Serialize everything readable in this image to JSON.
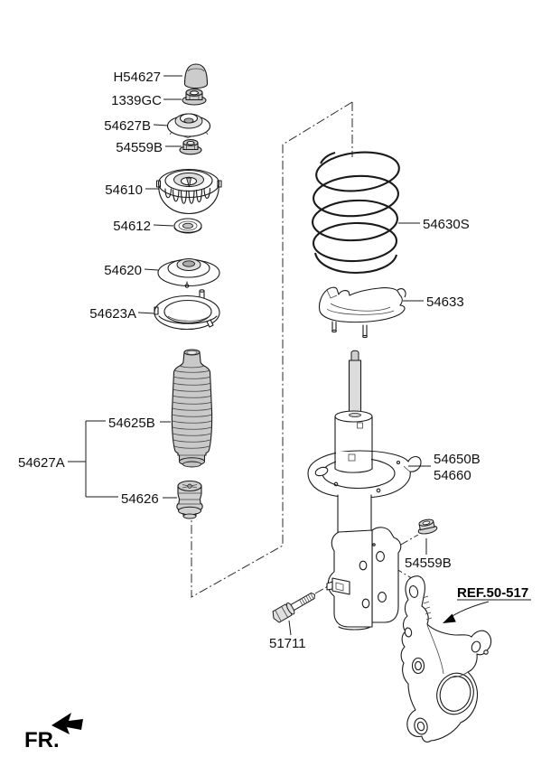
{
  "colors": {
    "ink": "#000000",
    "part_shade": "#cccccc",
    "background": "#ffffff"
  },
  "callouts": {
    "cap_h54627": "H54627",
    "nut_1339gc": "1339GC",
    "insulator_54627b": "54627B",
    "nut_54559b_upper": "54559B",
    "mount_54610": "54610",
    "washer_54612": "54612",
    "seat_54620": "54620",
    "pad_54623a": "54623A",
    "dust_cover_54625b": "54625B",
    "kit_54627a": "54627A",
    "bump_stopper_54626": "54626",
    "spring_54630s": "54630S",
    "pad_54633": "54633",
    "strut_54650b": "54650B",
    "strut_54660": "54660",
    "nut_54559b_lower": "54559B",
    "bolt_51711": "51711"
  },
  "reference": {
    "knuckle_ref": "REF.50-517"
  },
  "direction_marker": {
    "label": "FR."
  }
}
